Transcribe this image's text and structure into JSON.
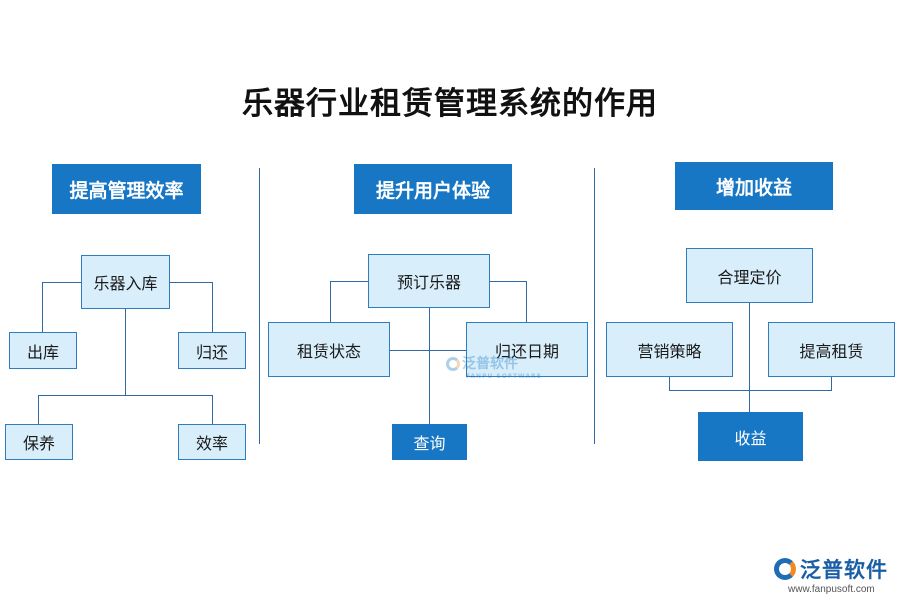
{
  "title": "乐器行业租赁管理系统的作用",
  "sections": [
    {
      "header": "提高管理效率",
      "nodes": {
        "root": "乐器入库",
        "left": "出库",
        "right": "归还",
        "bottom_left": "保养",
        "bottom_right": "效率"
      }
    },
    {
      "header": "提升用户体验",
      "nodes": {
        "root": "预订乐器",
        "left": "租赁状态",
        "right": "归还日期",
        "bottom": "查询"
      }
    },
    {
      "header": "增加收益",
      "nodes": {
        "top": "合理定价",
        "left": "营销策略",
        "right": "提高租赁",
        "result": "收益"
      }
    }
  ],
  "watermark": {
    "name": "泛普软件",
    "sub": "FANPU SOFTWARE"
  },
  "brand": {
    "name": "泛普软件",
    "url": "www.fanpusoft.com"
  },
  "colors": {
    "header_bg": "#1877c4",
    "box_bg": "#d9eefb",
    "box_border": "#2f7cbf",
    "line": "#2f6aa6"
  }
}
